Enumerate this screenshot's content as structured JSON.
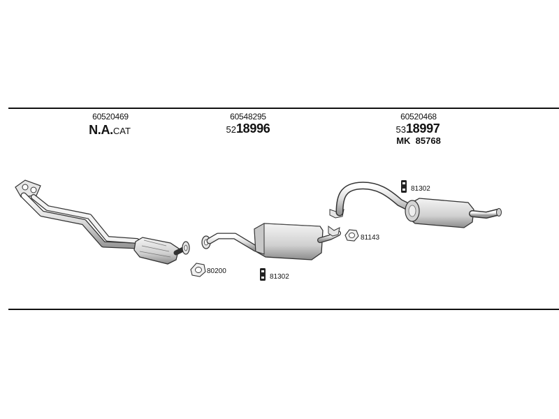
{
  "sections": [
    {
      "part_number": "60520469",
      "code_prefix": "N.A.",
      "code_main": "",
      "code_suffix": "CAT"
    },
    {
      "part_number": "60548295",
      "code_prefix": "52",
      "code_main": "18996",
      "code_suffix": ""
    },
    {
      "part_number": "60520468",
      "code_prefix": "53",
      "code_main": "18997",
      "code_suffix": "",
      "mk_label": "MK",
      "mk_value": "85768"
    }
  ],
  "accessories": [
    {
      "id": "80200",
      "icon": "gasket-ring-icon"
    },
    {
      "id": "81302",
      "icon": "rubber-hanger-icon"
    },
    {
      "id": "81143",
      "icon": "gasket-ring-icon"
    },
    {
      "id": "81302",
      "icon": "rubber-hanger-icon"
    }
  ],
  "colors": {
    "line": "#111111",
    "part_stroke": "#333333",
    "part_fill": "#eeeeee",
    "part_shade": "#bbbbbb"
  }
}
